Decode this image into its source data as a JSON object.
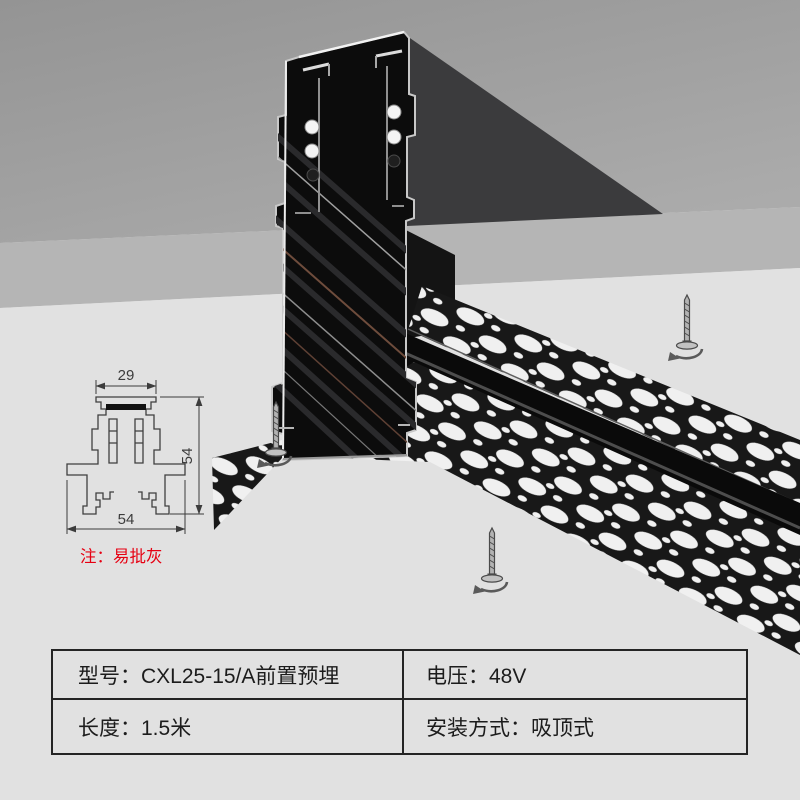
{
  "scene": {
    "dimension_diagram": {
      "top_width": "29",
      "side_height": "54",
      "bottom_width": "54",
      "note": "注：易批灰"
    }
  },
  "spec_table": {
    "rows": [
      {
        "left": "型号：CXL25-15/A前置预埋",
        "right": "电压：48V"
      },
      {
        "left": "长度：1.5米",
        "right": "安装方式：吸顶式"
      }
    ]
  },
  "colors": {
    "note_red": "#e60012",
    "ceiling_gray": "#e2e2e2",
    "backdrop_gray": "#a0a0a0",
    "fascia_band_gray": "#b5b5b5",
    "recess_shadow": "#3b3b3d",
    "track_black": "#111111",
    "hole_light": "#f0f0f0",
    "table_border": "#242424"
  }
}
